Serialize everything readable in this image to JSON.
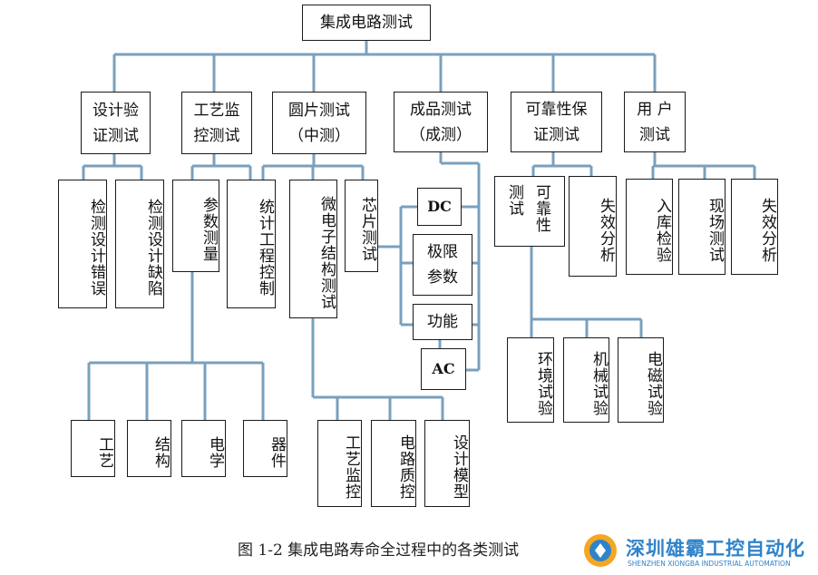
{
  "diagram": {
    "root": "集成电路测试",
    "level1": {
      "design_verify": "设计验\n证测试",
      "process_monitor": "工艺监\n控测试",
      "wafer_test": "圆片测试\n（中测）",
      "final_test": "成品测试\n（成测）",
      "reliability": "可靠性保\n证测试",
      "user_test": "用 户\n测试"
    },
    "design_children": {
      "detect_errors": "检测设计错误",
      "detect_defects": "检测设计缺陷"
    },
    "process_children": {
      "param_measure": "参数测量",
      "stat_control": "统计工程控制"
    },
    "param_children": {
      "process": "工艺",
      "structure": "结构",
      "electrical": "电学",
      "device": "器件"
    },
    "wafer_children": {
      "micro_structure": "微电子结构测试",
      "chip_test": "芯片测试"
    },
    "micro_children": {
      "process_monitor": "工艺监控",
      "circuit_quality": "电路质控",
      "design_model": "设计模型"
    },
    "final_children": {
      "dc": "DC",
      "limit_params": "极限\n参数",
      "function": "功能",
      "ac": "AC"
    },
    "reliability_children": {
      "test_col": "测试",
      "rel_col": "可靠性",
      "failure_analysis": "失效分析"
    },
    "rel_test_children": {
      "env_test": "环境试验",
      "mech_test": "机械试验",
      "em_test": "电磁试验"
    },
    "user_children": {
      "incoming": "入库检验",
      "field": "现场测试",
      "failure_analysis": "失效分析"
    },
    "caption": "图 1-2  集成电路寿命全过程中的各类测试",
    "colors": {
      "connector": "#7aa0bd",
      "border": "#1a1a1a",
      "logo": "#2f83c9"
    }
  },
  "watermark": {
    "cn": "深圳雄霸工控自动化",
    "en": "SHENZHEN XIONGBA INDUSTRIAL AUTOMATION"
  }
}
